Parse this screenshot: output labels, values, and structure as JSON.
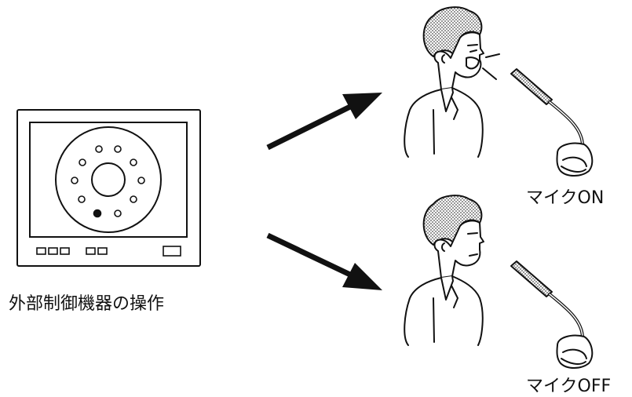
{
  "labels": {
    "device_operation": "外部制御機器の操作",
    "mic_on": "マイクON",
    "mic_off": "マイクOFF"
  },
  "device": {
    "dial_indicators": 10,
    "active_indicator": 7
  },
  "colors": {
    "stroke": "#111111",
    "background": "#ffffff",
    "hair": "#777777"
  }
}
